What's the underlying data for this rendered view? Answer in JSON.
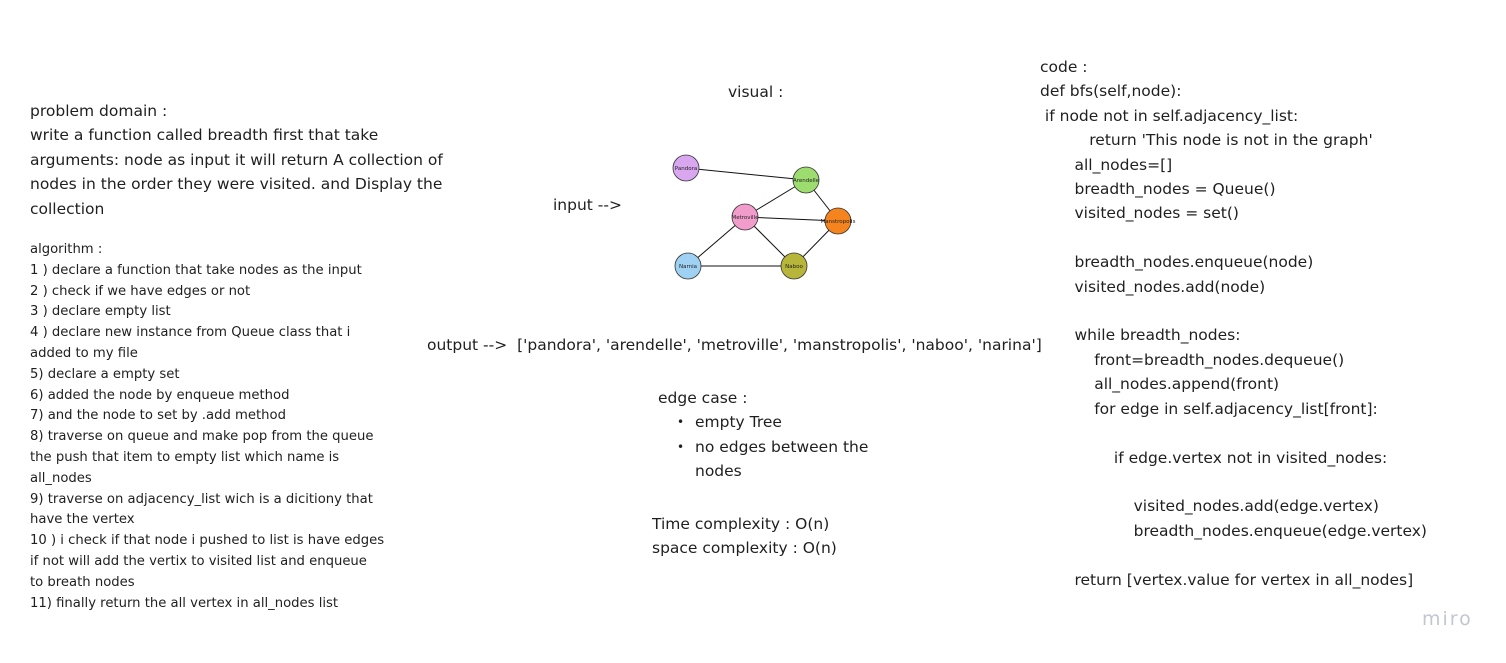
{
  "problem_domain": {
    "heading": "problem domain :",
    "lines": [
      "write a function called breadth first that take",
      "arguments: node as input it will return A collection of",
      "nodes in the order they were visited. and Display the",
      "collection"
    ]
  },
  "algorithm": {
    "heading": "algorithm :",
    "lines": [
      "1 ) declare a function that take nodes as the input",
      "2 ) check if we have edges or not",
      "3 ) declare empty list",
      "4 ) declare new instance from Queue class that i",
      "added to my file",
      "5) declare a empty set",
      "6) added the node by enqueue method",
      "7) and the node to set by .add method",
      "8) traverse on queue and make pop from the queue",
      "the push that item to empty list which name is",
      "all_nodes",
      "9) traverse on adjacency_list wich is a dicitiony that",
      "have the vertex",
      "10 ) i check if that node i pushed to list is have edges",
      "if not will add the vertix to visited list and enqueue",
      "to breath nodes",
      "11) finally return the all vertex in all_nodes list"
    ]
  },
  "visual": {
    "label": "visual :",
    "input_label": "input -->",
    "output_text": "output -->  ['pandora', 'arendelle', 'metroville', 'manstropolis', 'naboo', 'narina']"
  },
  "graph": {
    "nodes": [
      {
        "id": "pandora",
        "label": "Pandora",
        "color": "#d9a6f0"
      },
      {
        "id": "arendelle",
        "label": "Arendelle",
        "color": "#9ddc6e"
      },
      {
        "id": "metroville",
        "label": "Metroville",
        "color": "#f29ccc"
      },
      {
        "id": "manstropolis",
        "label": "Manstropolis",
        "color": "#f5841f"
      },
      {
        "id": "narnia",
        "label": "Narnia",
        "color": "#9fd1f3"
      },
      {
        "id": "naboo",
        "label": "Naboo",
        "color": "#b7b63a"
      }
    ]
  },
  "edge_case": {
    "heading": "edge case :",
    "items": [
      [
        "empty Tree"
      ],
      [
        "no edges between the",
        "nodes"
      ]
    ]
  },
  "complexity": {
    "time": "Time complexity : O(n)",
    "space": "space complexity : O(n)"
  },
  "code": {
    "lines": [
      "code :",
      "def bfs(self,node):",
      " if node not in self.adjacency_list:",
      "          return 'This node is not in the graph'",
      "       all_nodes=[]",
      "       breadth_nodes = Queue()",
      "       visited_nodes = set()",
      "",
      "       breadth_nodes.enqueue(node)",
      "       visited_nodes.add(node)",
      "",
      "       while breadth_nodes:",
      "           front=breadth_nodes.dequeue()",
      "           all_nodes.append(front)",
      "           for edge in self.adjacency_list[front]:",
      "",
      "               if edge.vertex not in visited_nodes:",
      "",
      "                   visited_nodes.add(edge.vertex)",
      "                   breadth_nodes.enqueue(edge.vertex)",
      "",
      "       return [vertex.value for vertex in all_nodes]"
    ]
  },
  "watermark": {
    "logo_text": "miro"
  }
}
